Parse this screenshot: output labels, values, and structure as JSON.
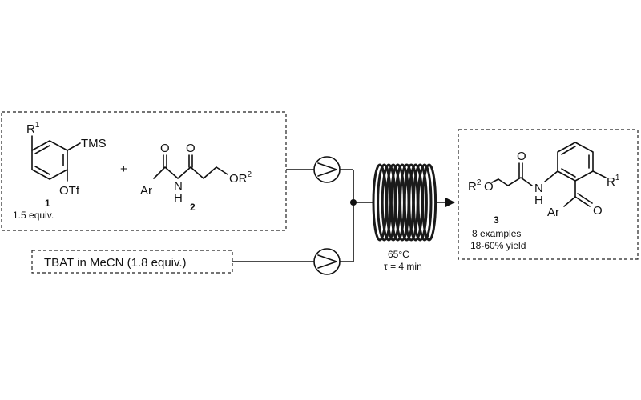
{
  "reactant1": {
    "r_group": "R",
    "r_sup": "1",
    "tms": "TMS",
    "otf": "OTf",
    "number": "1",
    "equiv": "1.5 equiv."
  },
  "plus": "+",
  "reactant2": {
    "ar": "Ar",
    "nh": "N",
    "h": "H",
    "o1": "O",
    "o2": "O",
    "or": "OR",
    "or_sup": "2",
    "number": "2"
  },
  "reagent": {
    "label": "TBAT in MeCN (1.8 equiv.)"
  },
  "conditions": {
    "temperature": "65°C",
    "residence": "τ = 4 min"
  },
  "product": {
    "r2": "R",
    "r2_sup": "2",
    "o_ether": "O",
    "o_amide": "O",
    "nh": "N",
    "h": "H",
    "r1": "R",
    "r1_sup": "1",
    "ar": "Ar",
    "o_ketone": "O",
    "number": "3",
    "examples": "8 examples",
    "yield": "18-60% yield"
  }
}
